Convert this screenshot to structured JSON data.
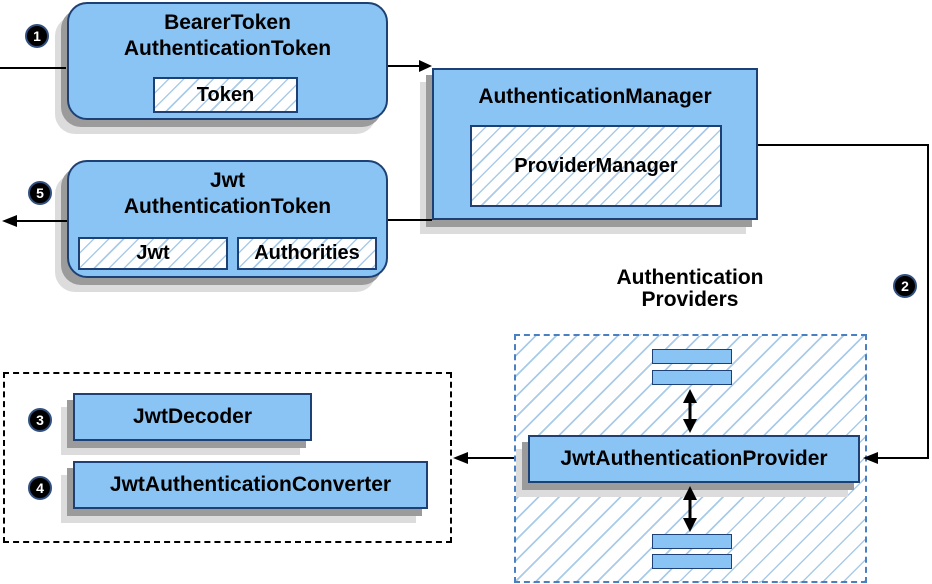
{
  "diagram": {
    "badges": {
      "step1": "1",
      "step2": "2",
      "step3": "3",
      "step4": "4",
      "step5": "5"
    },
    "nodes": {
      "bearer_token": {
        "title": "BearerToken\nAuthenticationToken",
        "chip": "Token"
      },
      "authentication_manager": {
        "title": "AuthenticationManager",
        "chip": "ProviderManager"
      },
      "jwt_token": {
        "title": "Jwt\nAuthenticationToken",
        "chips": [
          "Jwt",
          "Authorities"
        ]
      },
      "jwt_authentication_provider": {
        "title": "JwtAuthenticationProvider"
      },
      "jwt_decoder": {
        "title": "JwtDecoder"
      },
      "jwt_authentication_converter": {
        "title": "JwtAuthenticationConverter"
      }
    },
    "labels": {
      "authentication_providers": "Authentication\nProviders"
    },
    "colors": {
      "node_fill": "#8ac4f4",
      "node_border": "#1e4175",
      "hatch_line": "#a9cbe9",
      "providers_border": "#4a7fc1",
      "shadow_dark": "#9b9b9b",
      "shadow_light": "#dcdcdc",
      "arrow": "#000000",
      "badge_bg": "#000000",
      "badge_fg": "#ffffff"
    }
  }
}
